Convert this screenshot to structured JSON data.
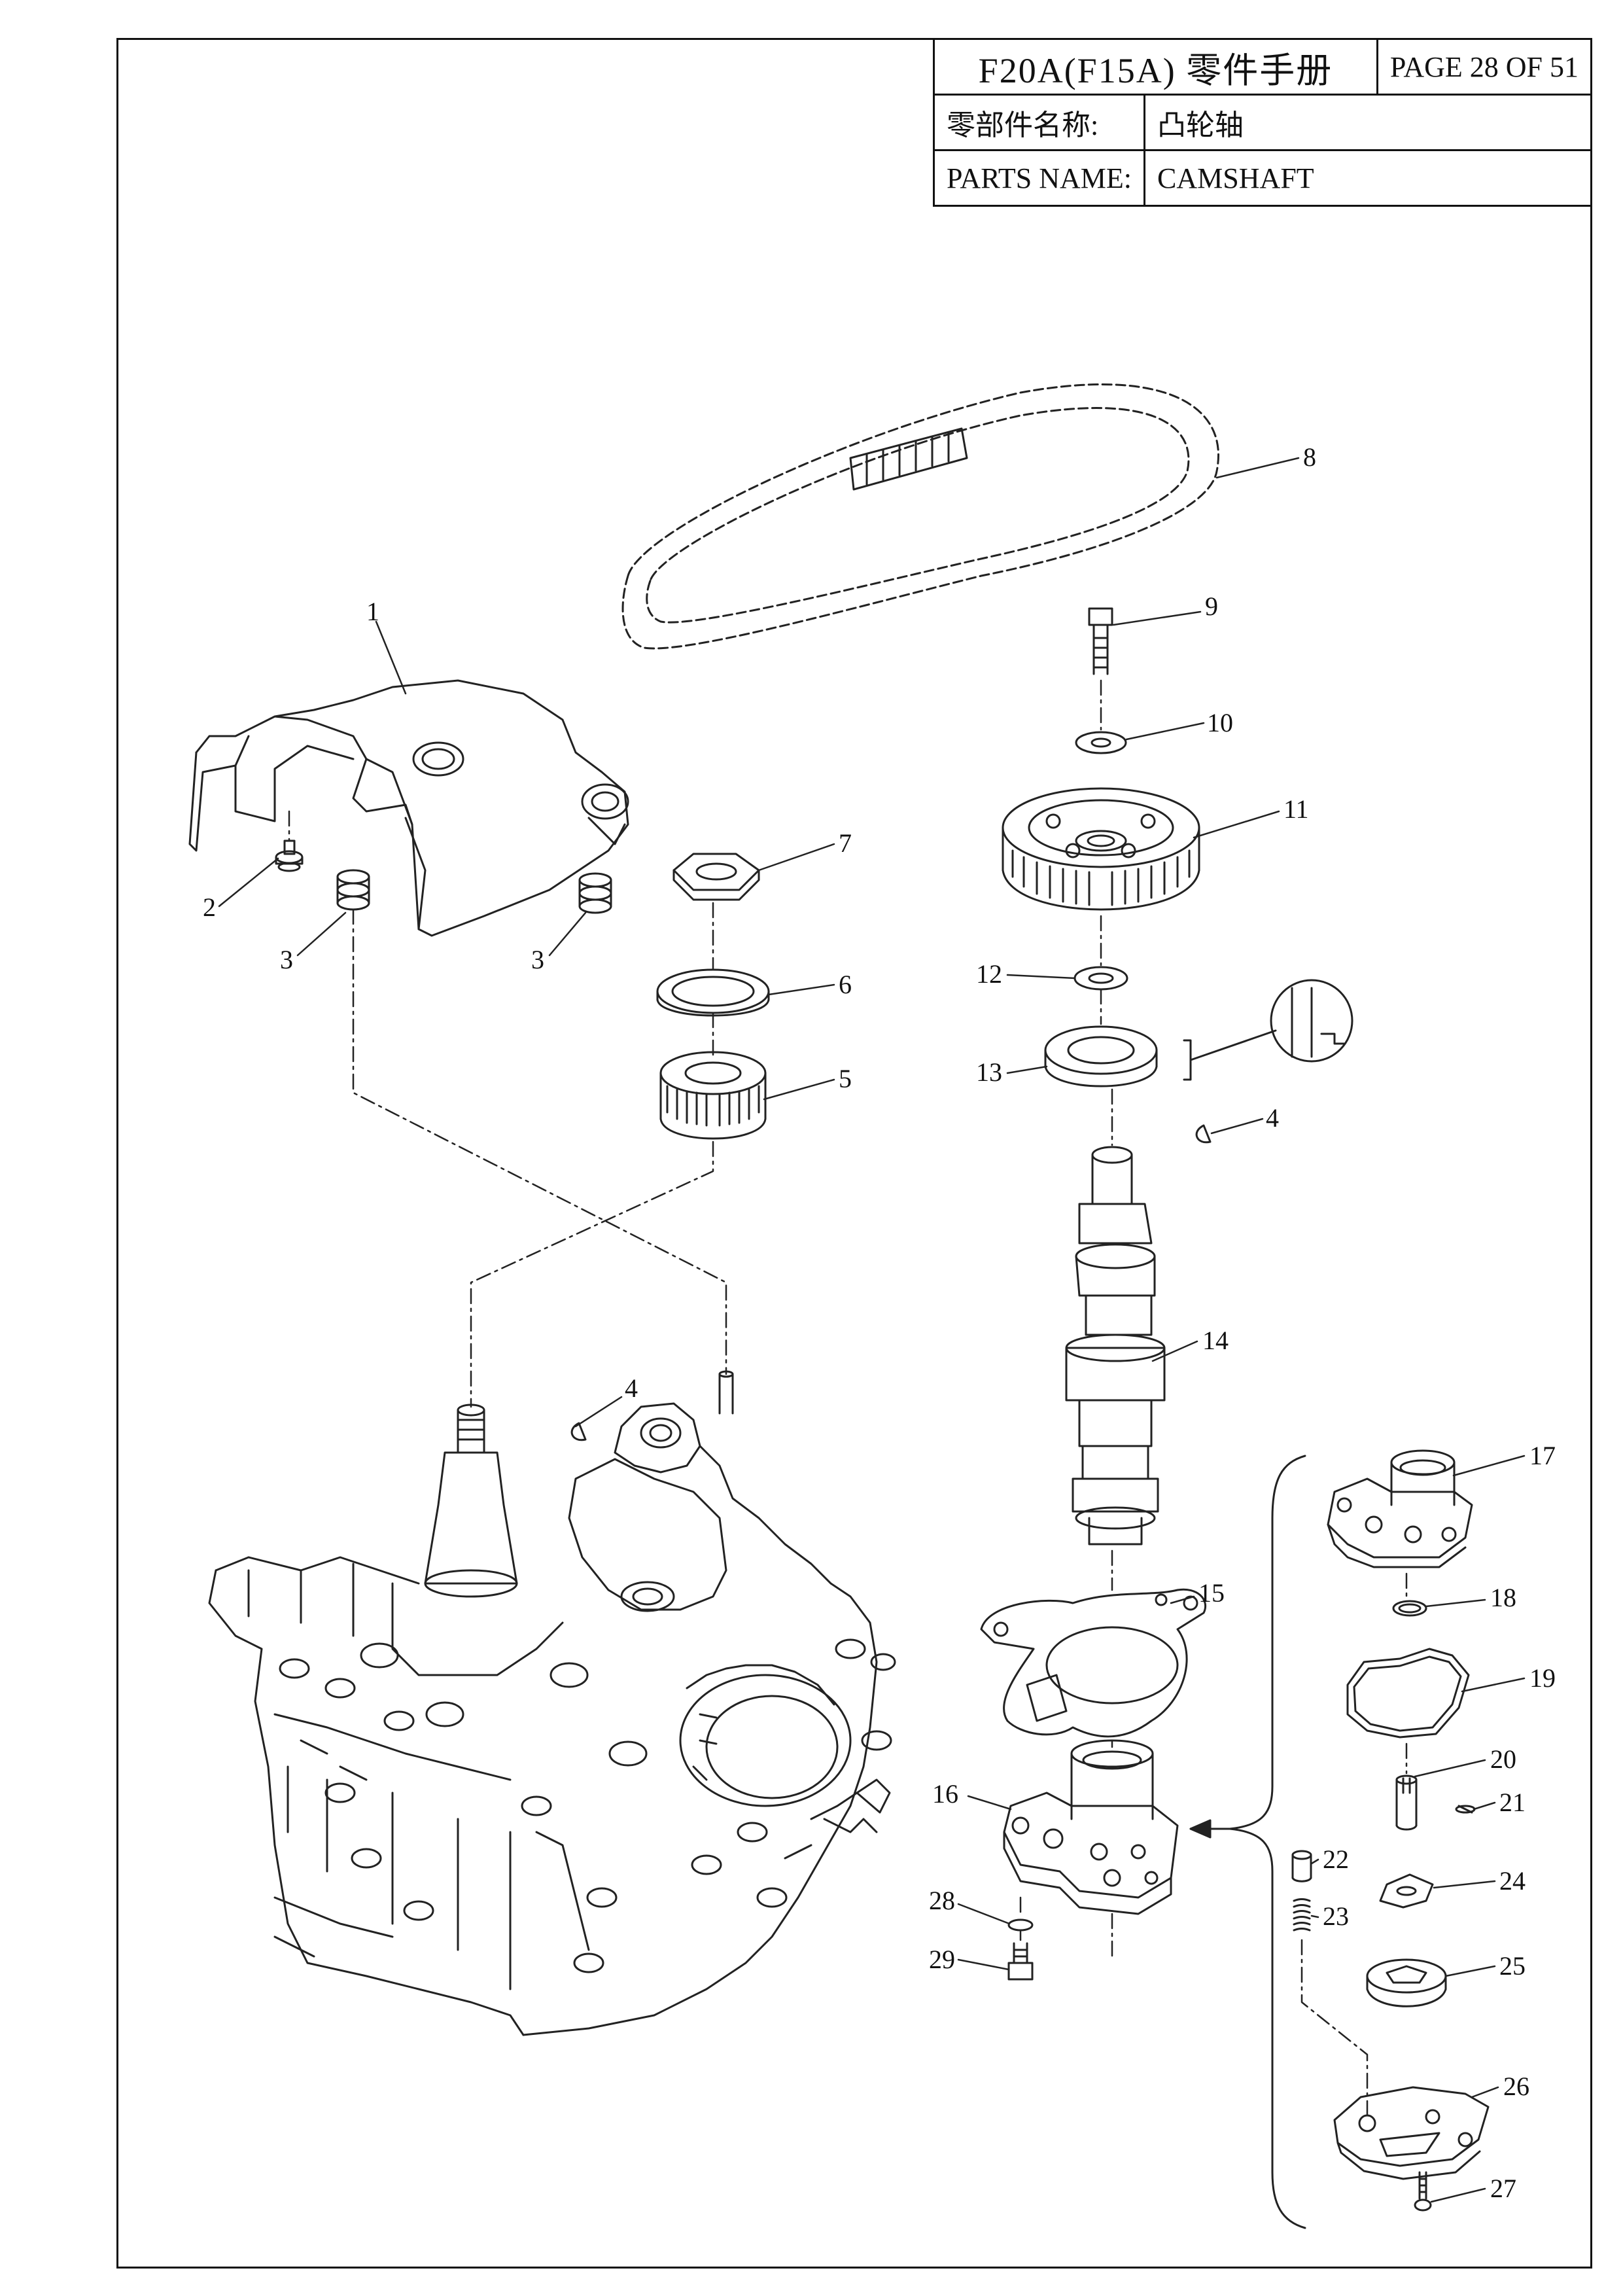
{
  "header": {
    "title": "F20A(F15A) 零件手册",
    "page": "PAGE 28 OF 51",
    "name_label_cn": "零部件名称:",
    "name_value_cn": "凸轮轴",
    "name_label_en": "PARTS NAME:",
    "name_value_en": "CAMSHAFT"
  },
  "callouts": [
    "1",
    "2",
    "3",
    "3",
    "4",
    "4",
    "5",
    "6",
    "7",
    "8",
    "9",
    "10",
    "11",
    "12",
    "13",
    "14",
    "15",
    "16",
    "17",
    "18",
    "19",
    "20",
    "21",
    "22",
    "23",
    "24",
    "25",
    "26",
    "27",
    "28",
    "29"
  ]
}
